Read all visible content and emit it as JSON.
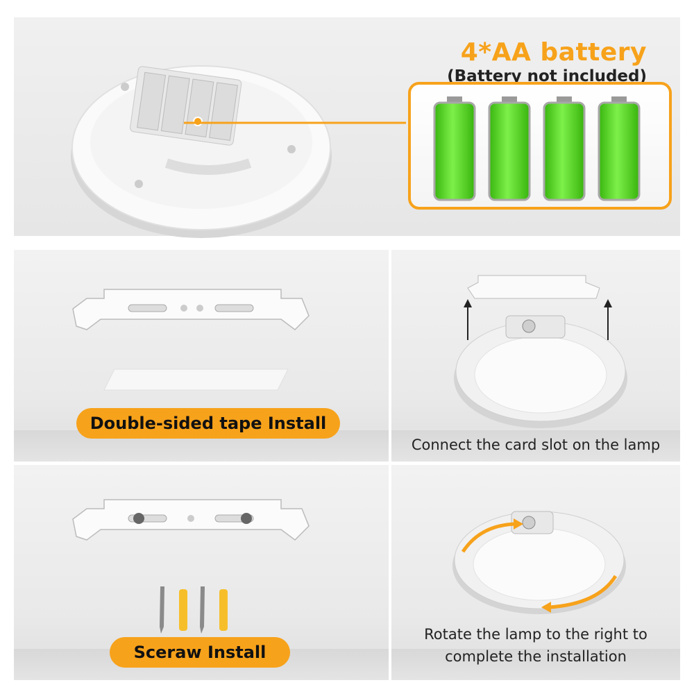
{
  "header": {
    "title": "4*AA battery",
    "subtitle": "(Battery not included)"
  },
  "colors": {
    "accent": "#f7a21b",
    "battery_green": "#4fd11a"
  },
  "icons": {
    "battery": "battery-icon",
    "arrow": "rotate-arrow-icon"
  },
  "steps": {
    "tape": {
      "label": "Double-sided tape Install"
    },
    "slot": {
      "caption": "Connect the card slot on the lamp"
    },
    "screw": {
      "label": "Sceraw Install"
    },
    "rotate": {
      "caption_line1": "Rotate the lamp to the right to",
      "caption_line2": "complete the installation"
    }
  }
}
